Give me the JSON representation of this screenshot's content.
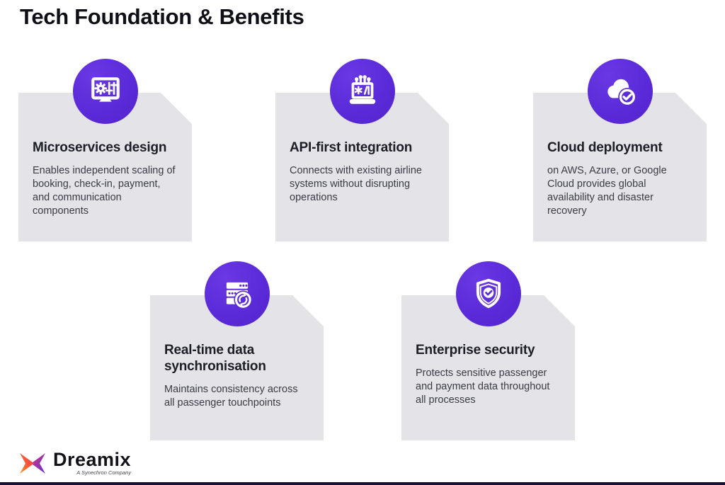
{
  "slide": {
    "title": "Tech Foundation & Benefits",
    "cards": [
      {
        "title": "Microservices design",
        "description": "Enables independent scaling of booking, check-in, payment, and communication components",
        "icon": "monitor-settings-icon"
      },
      {
        "title": "API-first integration",
        "description": "Connects with existing airline systems without disrupting operations",
        "icon": "api-device-icon"
      },
      {
        "title": "Cloud deployment",
        "description": "on AWS, Azure, or Google Cloud provides global availability and disaster recovery",
        "icon": "cloud-check-icon"
      },
      {
        "title": "Real-time data synchronisation",
        "description": "Maintains consistency across all passenger touchpoints",
        "icon": "server-sync-icon"
      },
      {
        "title": "Enterprise security",
        "description": "Protects sensitive passenger and payment data throughout all processes",
        "icon": "shield-check-icon"
      }
    ],
    "footer": {
      "brand_name": "Dreamix",
      "brand_tagline": "A Synechron Company"
    },
    "colors": {
      "accent_purple": "#5B2BD9",
      "card_gray": "#E3E3E8",
      "title_dark": "#1D1D25",
      "body_gray": "#3B3B44",
      "bottom_bar": "#191231"
    }
  }
}
